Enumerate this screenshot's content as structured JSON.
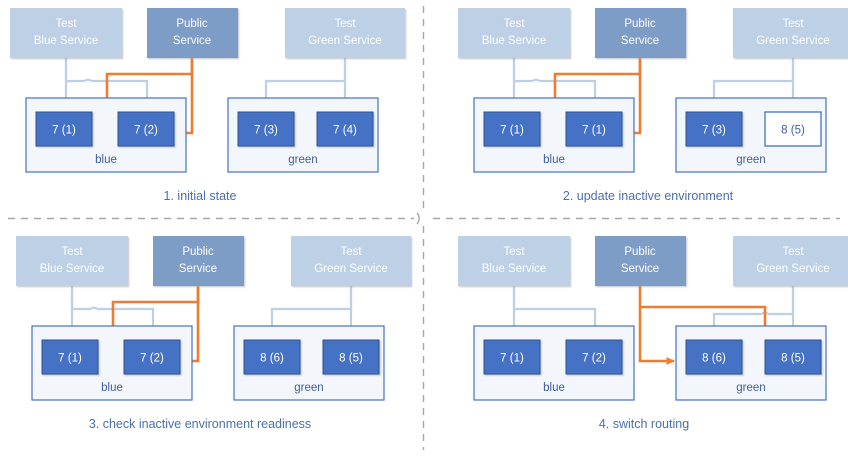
{
  "diagram": {
    "title_present": false,
    "colors": {
      "test_service_fill": "#bdd0e5",
      "public_service_fill": "#7d9cc6",
      "instance_fill": "#4472c4",
      "instance_border": "#2f528f",
      "instance_inactive_fill": "#ffffff",
      "instance_inactive_text": "#3f5f9e",
      "env_border": "#4472c4",
      "env_fill": "#f3f6fb",
      "routing_arrow": "#ed7d31",
      "test_arrow": "#bdd0e5",
      "caption_text": "#4a6fae",
      "divider": "#a6a6a6"
    },
    "nodes": {
      "test_blue": "Test\nBlue Service",
      "test_blue_l1": "Test",
      "test_blue_l2": "Blue Service",
      "public": "Public\nService",
      "public_l1": "Public",
      "public_l2": "Service",
      "test_green_l1": "Test",
      "test_green_l2": "Green Service"
    },
    "env_names": {
      "blue": "blue",
      "green": "green"
    },
    "panels": [
      {
        "id": "panel-1",
        "caption": "1. initial state",
        "blue_env": {
          "name": "blue",
          "instances": [
            {
              "label": "7 (1)",
              "state": "active"
            },
            {
              "label": "7 (2)",
              "state": "active"
            }
          ]
        },
        "green_env": {
          "name": "green",
          "instances": [
            {
              "label": "7 (3)",
              "state": "active"
            },
            {
              "label": "7 (4)",
              "state": "active"
            }
          ]
        },
        "public_routes_to": "blue",
        "test_blue_routes_to": "blue",
        "test_green_routes_to": "green"
      },
      {
        "id": "panel-2",
        "caption": "2. update inactive environment",
        "blue_env": {
          "name": "blue",
          "instances": [
            {
              "label": "7 (1)",
              "state": "active"
            },
            {
              "label": "7 (1)",
              "state": "active"
            }
          ]
        },
        "green_env": {
          "name": "green",
          "instances": [
            {
              "label": "7 (3)",
              "state": "active"
            },
            {
              "label": "8 (5)",
              "state": "starting"
            }
          ]
        },
        "public_routes_to": "blue",
        "test_blue_routes_to": "blue",
        "test_green_routes_to": "green"
      },
      {
        "id": "panel-3",
        "caption": "3. check inactive environment readiness",
        "blue_env": {
          "name": "blue",
          "instances": [
            {
              "label": "7 (1)",
              "state": "active"
            },
            {
              "label": "7 (2)",
              "state": "active"
            }
          ]
        },
        "green_env": {
          "name": "green",
          "instances": [
            {
              "label": "8 (6)",
              "state": "active"
            },
            {
              "label": "8 (5)",
              "state": "active"
            }
          ]
        },
        "public_routes_to": "blue",
        "test_blue_routes_to": "blue",
        "test_green_routes_to": "green"
      },
      {
        "id": "panel-4",
        "caption": "4. switch routing",
        "blue_env": {
          "name": "blue",
          "instances": [
            {
              "label": "7 (1)",
              "state": "active"
            },
            {
              "label": "7 (2)",
              "state": "active"
            }
          ]
        },
        "green_env": {
          "name": "green",
          "instances": [
            {
              "label": "8 (6)",
              "state": "active"
            },
            {
              "label": "8 (5)",
              "state": "active"
            }
          ]
        },
        "public_routes_to": "green",
        "test_blue_routes_to": "blue",
        "test_green_routes_to": "green"
      }
    ]
  }
}
